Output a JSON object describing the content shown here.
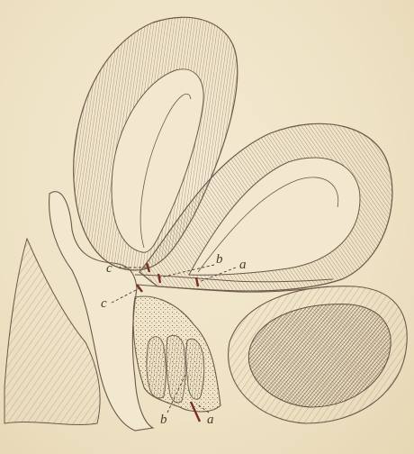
{
  "figure": {
    "colors": {
      "paper": "#eee2c4",
      "ink": "#6b584a",
      "hatch": "#8a7566",
      "marker": "#7a2f24"
    },
    "labels": {
      "upper_c": "c",
      "upper_b": "b",
      "upper_a": "a",
      "lower_c": "c",
      "bottom_b": "b",
      "bottom_a": "a"
    }
  }
}
